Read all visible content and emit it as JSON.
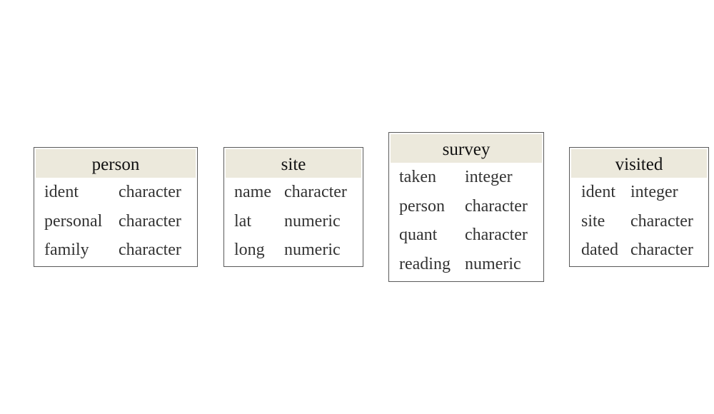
{
  "tables": [
    {
      "name": "person",
      "fields": [
        {
          "name": "ident",
          "type": "character"
        },
        {
          "name": "personal",
          "type": "character"
        },
        {
          "name": "family",
          "type": "character"
        }
      ]
    },
    {
      "name": "site",
      "fields": [
        {
          "name": "name",
          "type": "character"
        },
        {
          "name": "lat",
          "type": "numeric"
        },
        {
          "name": "long",
          "type": "numeric"
        }
      ]
    },
    {
      "name": "survey",
      "fields": [
        {
          "name": "taken",
          "type": "integer"
        },
        {
          "name": "person",
          "type": "character"
        },
        {
          "name": "quant",
          "type": "character"
        },
        {
          "name": "reading",
          "type": "numeric"
        }
      ]
    },
    {
      "name": "visited",
      "fields": [
        {
          "name": "ident",
          "type": "integer"
        },
        {
          "name": "site",
          "type": "character"
        },
        {
          "name": "dated",
          "type": "character"
        }
      ]
    }
  ],
  "colors": {
    "header_background": "#ece9dc",
    "border": "#5a5a5a",
    "field_text": "#333333",
    "header_text": "#111111"
  }
}
